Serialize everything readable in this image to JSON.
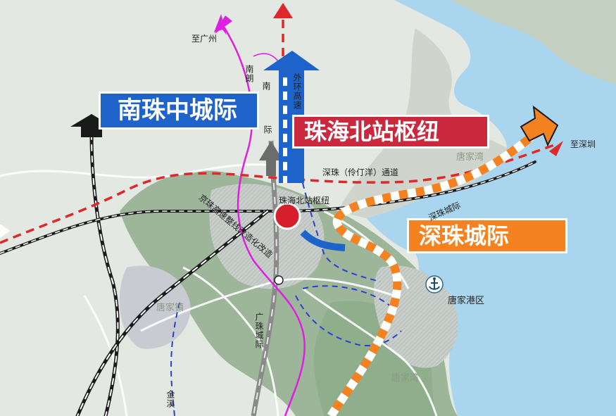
{
  "callouts": {
    "nanzhu": "南珠中城际",
    "hub": "珠海北站枢纽",
    "shenzhu": "深珠城际"
  },
  "labels": {
    "to_guangzhou": "至广州",
    "to_shenzhen": "至深圳",
    "nanlang": "南朗",
    "nan": "南",
    "ji": "际",
    "outer_ring": "外环高速",
    "tunnel": "深珠（伶仃洋）通道",
    "hub_station": "珠海北站枢纽",
    "shenzhu_line": "深珠城际",
    "jingzhu_retrofit": "京珠高速整线改造化改造",
    "guangzhu": "广珠城际",
    "jinxi": "金溪",
    "tangjia_port": "唐家港区"
  },
  "place_names": {
    "tangjia_town": "唐家镇",
    "tangjia_bay_top": "唐家湾",
    "tangjia_bay_bottom": "唐家湾"
  },
  "colors": {
    "sea": "#a9d6ee",
    "land_green": "#9db69a",
    "urban": "#c8ccd2",
    "road": "#ffffff",
    "nanzhu_blue": "#1e63c9",
    "hub_red": "#c9283d",
    "shenzhu_orange": "#f58220",
    "guangzhou_magenta": "#e01ee0",
    "tunnel_red": "#e0282a",
    "rail_dark": "#1a1a1a",
    "metro_blue": "#2a3ed6"
  },
  "icons": {
    "hub_marker": "red-circle",
    "port_marker": "anchor-icon"
  }
}
